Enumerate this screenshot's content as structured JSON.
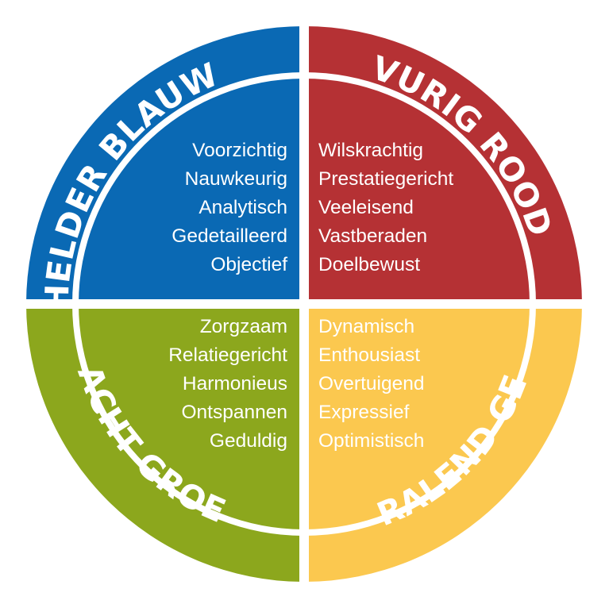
{
  "quadrants": {
    "blue": {
      "title": "HELDER BLAUW",
      "color": "#0a69b4",
      "text_color": "#ffffff",
      "traits": [
        "Voorzichtig",
        "Nauwkeurig",
        "Analytisch",
        "Gedetailleerd",
        "Objectief"
      ]
    },
    "red": {
      "title": "VURIG ROOD",
      "color": "#b53134",
      "text_color": "#ffffff",
      "traits": [
        "Wilskrachtig",
        "Prestatiegericht",
        "Veeleisend",
        "Vastberaden",
        "Doelbewust"
      ]
    },
    "green": {
      "title": "ZACHT GROEN",
      "color": "#8ca71d",
      "text_color": "#ffffff",
      "traits": [
        "Zorgzaam",
        "Relatiegericht",
        "Harmonieus",
        "Ontspannen",
        "Geduldig"
      ]
    },
    "yellow": {
      "title": "STRALEND GEEL",
      "color": "#fbc84f",
      "text_color": "#ffffff",
      "traits": [
        "Dynamisch",
        "Enthousiast",
        "Overtuigend",
        "Expressief",
        "Optimistisch"
      ]
    }
  },
  "divider_color": "#ffffff"
}
